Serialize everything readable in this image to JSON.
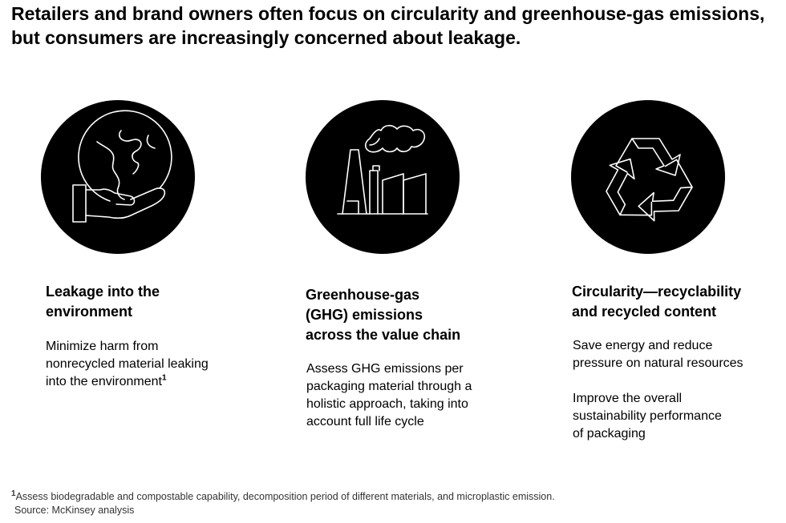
{
  "title": "Retailers and brand owners often focus on circularity and greenhouse-gas emissions, but consumers are increasingly concerned about leakage.",
  "columns": [
    {
      "icon": "globe-in-hand-icon",
      "heading_line1": "Leakage into the",
      "heading_line2": "environment",
      "body_line1": "Minimize harm from",
      "body_line2": "nonrecycled material leaking",
      "body_line3": "into the environment",
      "footnote_marker": "1"
    },
    {
      "icon": "factory-emissions-icon",
      "heading_line1": "Greenhouse-gas",
      "heading_line2": "(GHG) emissions",
      "heading_line3": "across the value chain",
      "body_line1": "Assess GHG emissions per",
      "body_line2": "packaging material through a",
      "body_line3": "holistic approach, taking into",
      "body_line4": "account full life cycle"
    },
    {
      "icon": "recycle-icon",
      "heading_line1": "Circularity—recyclability",
      "heading_line2": "and recycled content",
      "body1_line1": "Save energy and reduce",
      "body1_line2": "pressure on natural resources",
      "body2_line1": "Improve the overall",
      "body2_line2": "sustainability performance",
      "body2_line3": "of packaging"
    }
  ],
  "footnote": {
    "marker": "1",
    "text": "Assess biodegradable and compostable capability, decomposition period of different materials, and microplastic emission.",
    "source": "Source: McKinsey analysis"
  },
  "colors": {
    "text": "#000000",
    "circle": "#000000",
    "icon_stroke": "#ffffff",
    "footnote": "#333333"
  }
}
